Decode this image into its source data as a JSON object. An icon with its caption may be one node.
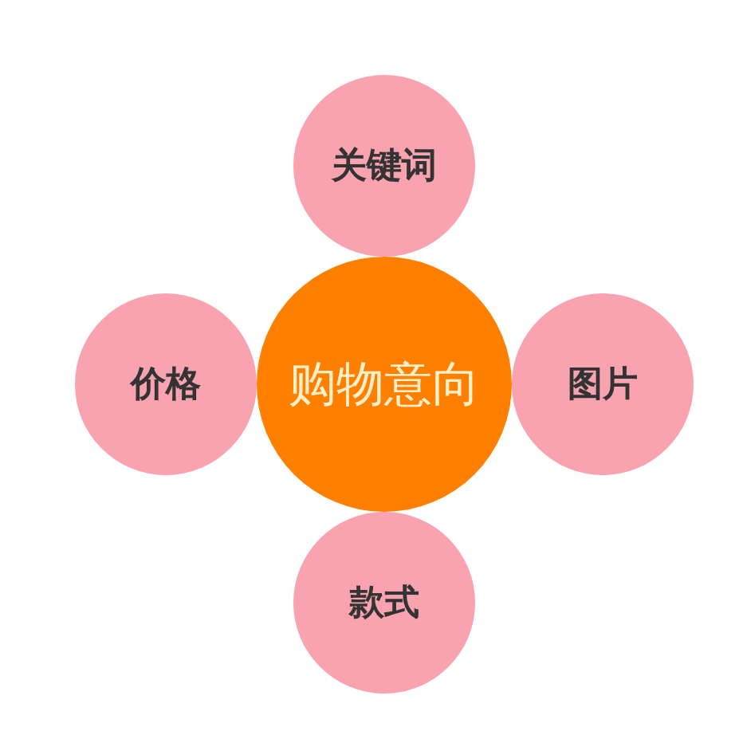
{
  "diagram": {
    "nodes": [
      {
        "text": [
          "关键词"
        ]
      },
      {
        "text": [
          "价格"
        ]
      },
      {
        "text": [
          "购物意向"
        ]
      },
      {
        "text": [
          "图片"
        ]
      },
      {
        "text": [
          "款式"
        ]
      }
    ]
  }
}
